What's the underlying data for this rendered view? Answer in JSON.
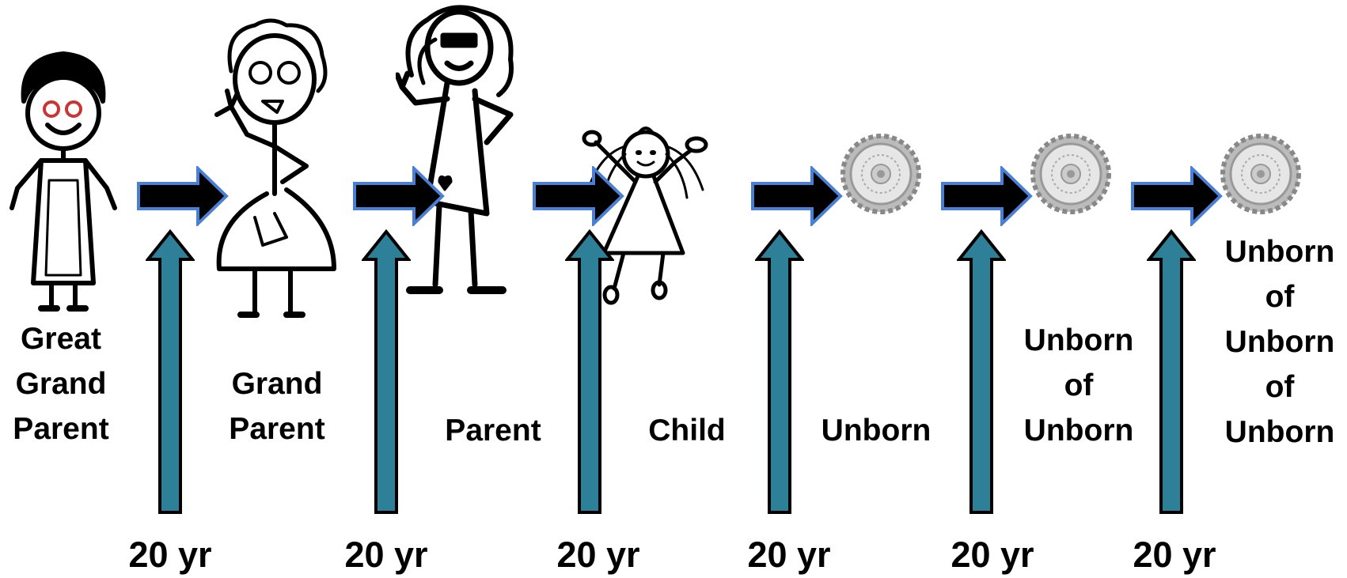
{
  "diagram": {
    "generations": [
      {
        "label_lines": [
          "Great",
          "Grand",
          "Parent"
        ]
      },
      {
        "label_lines": [
          "Grand",
          "Parent"
        ]
      },
      {
        "label_lines": [
          "Parent"
        ]
      },
      {
        "label_lines": [
          "Child"
        ]
      },
      {
        "label_lines": [
          "Unborn"
        ]
      },
      {
        "label_lines": [
          "Unborn",
          "of",
          "Unborn"
        ]
      },
      {
        "label_lines": [
          "Unborn",
          "of",
          "Unborn",
          "of",
          "Unborn"
        ]
      }
    ],
    "interval_label": "20 yr",
    "colors": {
      "horizontal_arrow_fill": "#000000",
      "horizontal_arrow_outline": "#4a7fd4",
      "vertical_arrow_fill": "#2e7f98",
      "vertical_arrow_outline": "#000000"
    }
  }
}
